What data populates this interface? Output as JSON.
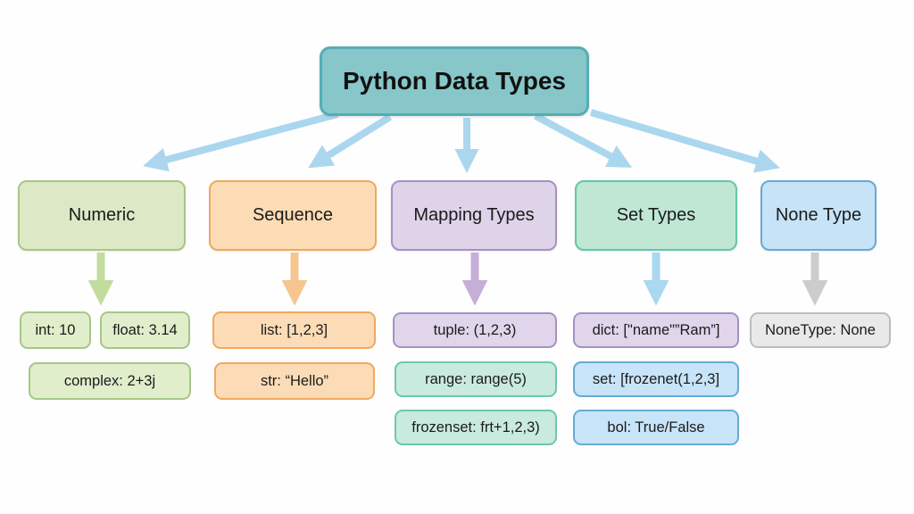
{
  "title": "Python Data Types",
  "categories": {
    "numeric": "Numeric",
    "sequence": "Sequence",
    "mapping": "Mapping Types",
    "set": "Set Types",
    "none": "None Type"
  },
  "leaves": {
    "int": "int: 10",
    "float": "float: 3.14",
    "complex": "complex: 2+3j",
    "list": "list: [1,2,3]",
    "str": "str: “Hello”",
    "tuple": "tuple: (1,2,3)",
    "range": "range: range(5)",
    "frozenset": "frozenset: frt+1,2,3)",
    "dict": "dict: [\"name\"”Ram”]",
    "set": "set: [frozenet(1,2,3]",
    "bool": "bol: True/False",
    "nonetype": "NoneType: None"
  },
  "colors": {
    "root_fill": "#87c7c9",
    "root_border": "#54aeb4",
    "connector": "#abd7ee",
    "numeric_arrow": "#c3dc9e",
    "sequence_arrow": "#f6c590",
    "mapping_arrow": "#c5afd9",
    "set_arrow": "#a9d8f0",
    "none_arrow": "#cccccc"
  }
}
